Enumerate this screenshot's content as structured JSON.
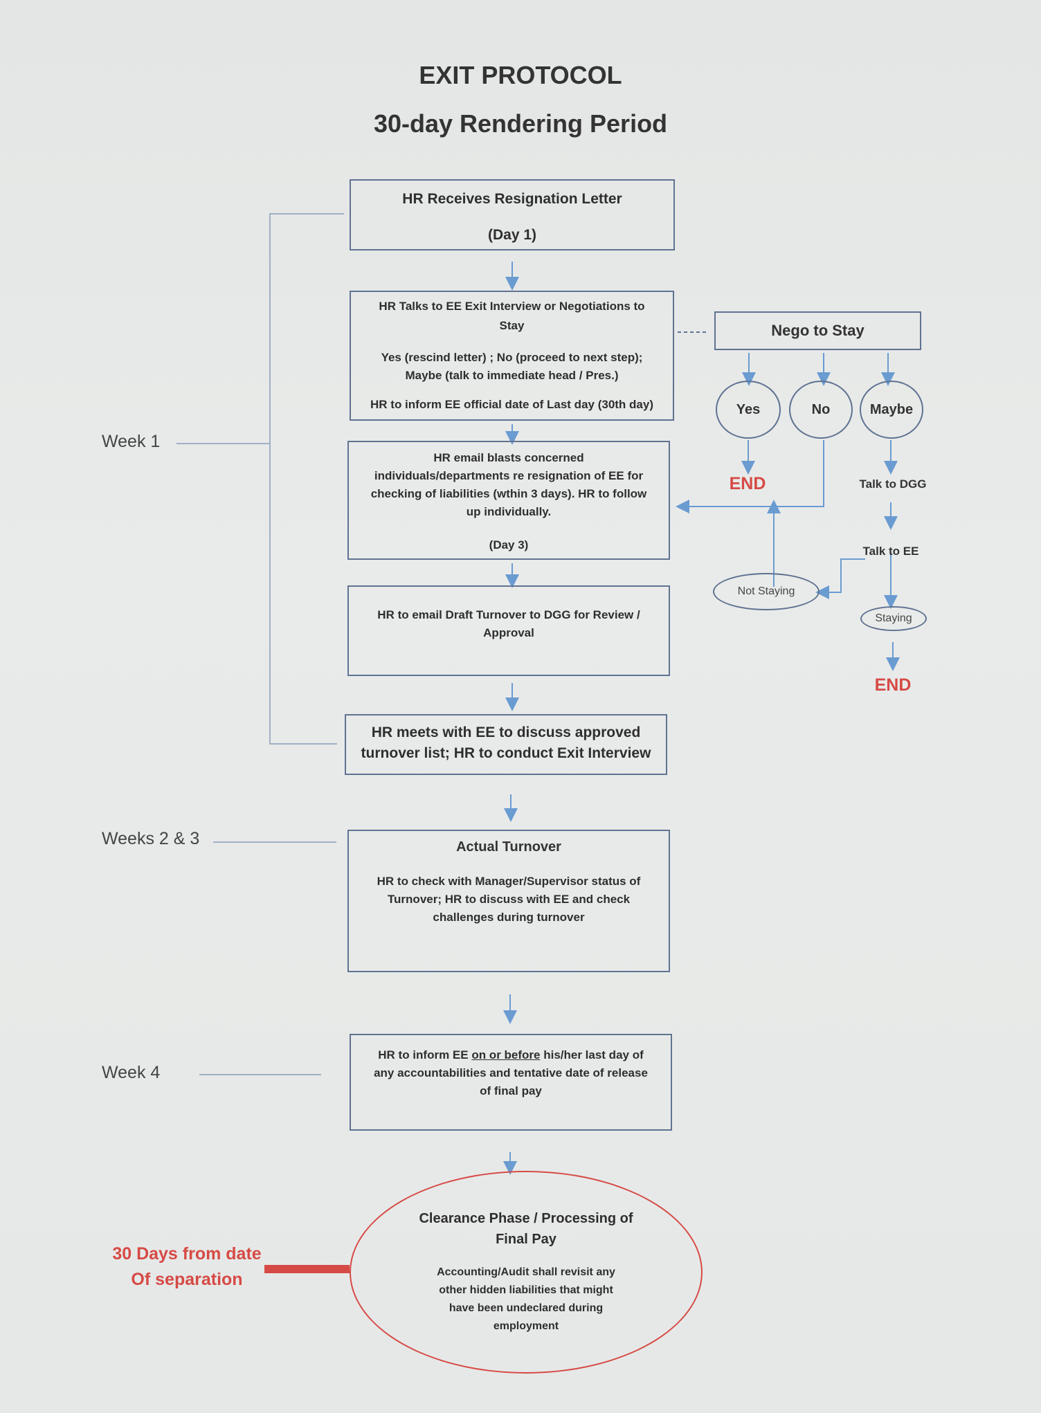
{
  "header": {
    "title": "EXIT PROTOCOL",
    "subtitle": "30-day Rendering Period"
  },
  "weeks": {
    "week1": "Week 1",
    "week23": "Weeks 2 & 3",
    "week4": "Week 4",
    "final_line1": "30 Days from date",
    "final_line2": "Of separation"
  },
  "steps": {
    "s1_line1": "HR Receives Resignation Letter",
    "s1_line2": "(Day 1)",
    "s2_line1": "HR Talks to EE Exit Interview or Negotiations to",
    "s2_line2": "Stay",
    "s2_line3": "Yes (rescind letter) ; No (proceed to next step);",
    "s2_line4": "Maybe (talk to immediate head / Pres.)",
    "s2_line5": "HR to inform EE official date of Last day (30th day)",
    "s3_line1": "HR email blasts concerned",
    "s3_line2": "individuals/departments re resignation of EE for",
    "s3_line3": "checking of liabilities (wthin 3 days).  HR to follow",
    "s3_line4": "up individually.",
    "s3_line5": "(Day 3)",
    "s4_line1": "HR to email Draft Turnover to DGG for Review /",
    "s4_line2": "Approval",
    "s5_line1": "HR meets with EE to discuss approved",
    "s5_line2": "turnover list; HR to conduct Exit Interview",
    "s6_title": "Actual Turnover",
    "s6_line1": "HR to check with Manager/Supervisor status of",
    "s6_line2": "Turnover; HR to discuss with EE and check",
    "s6_line3": "challenges during turnover",
    "s7_line1a": "HR to inform EE ",
    "s7_line1b": "on or before",
    "s7_line1c": " his/her last day of",
    "s7_line2": "any accountabilities and tentative date of release",
    "s7_line3": "of final pay",
    "s8_line1": "Clearance Phase / Processing of",
    "s8_line2": "Final Pay",
    "s8_line3": "Accounting/Audit shall revisit any",
    "s8_line4": "other hidden liabilities that might",
    "s8_line5": "have been undeclared during",
    "s8_line6": "employment"
  },
  "nego": {
    "title": "Nego to Stay",
    "yes": "Yes",
    "no": "No",
    "maybe": "Maybe",
    "end1": "END",
    "talk_dgg": "Talk to DGG",
    "talk_ee": "Talk to EE",
    "not_staying": "Not Staying",
    "staying": "Staying",
    "end2": "END"
  },
  "colors": {
    "box_border": "#5f7291",
    "arrow": "#6a9bd1",
    "accent_red": "#d64a45",
    "bracket": "#9fb0c6"
  }
}
